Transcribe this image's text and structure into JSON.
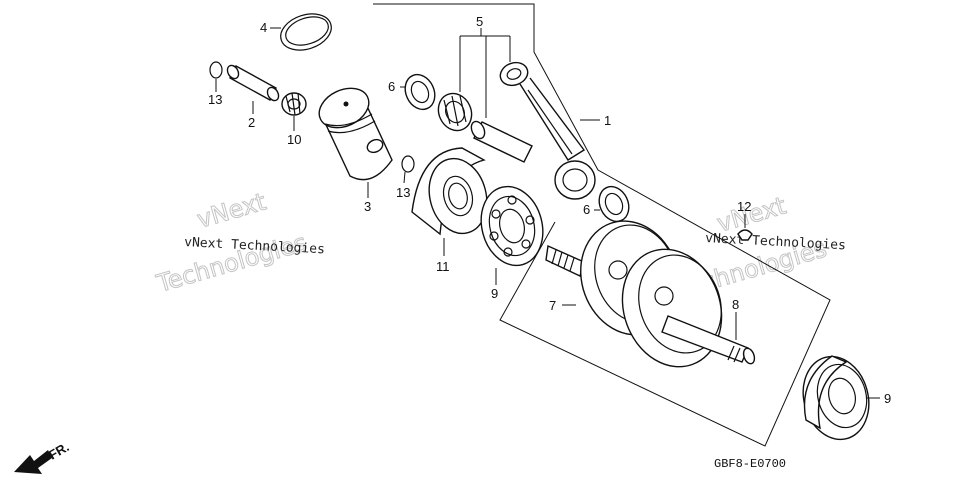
{
  "callouts": {
    "n1": "1",
    "n2": "2",
    "n3": "3",
    "n4": "4",
    "n5": "5",
    "n6a": "6",
    "n6b": "6",
    "n7": "7",
    "n8": "8",
    "n9a": "9",
    "n9b": "9",
    "n10": "10",
    "n11": "11",
    "n12": "12",
    "n13a": "13",
    "n13b": "13"
  },
  "diagram_code": "GBF8-E0700",
  "front_marker": "FR.",
  "watermark": {
    "line1": "vNext Technologies",
    "line2a": "vNext",
    "line2b": "Technologies"
  }
}
